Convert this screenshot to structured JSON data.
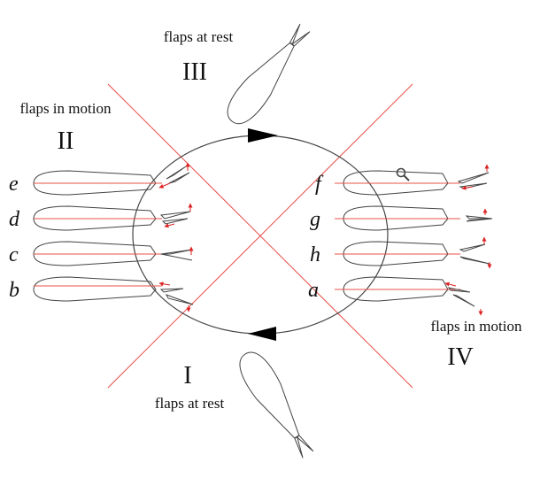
{
  "quadrants": {
    "I": {
      "numeral": "I",
      "caption": "flaps at rest"
    },
    "II": {
      "numeral": "II",
      "caption": "flaps in motion"
    },
    "III": {
      "numeral": "III",
      "caption": "flaps at rest"
    },
    "IV": {
      "numeral": "IV",
      "caption": "flaps in motion"
    }
  },
  "left_stages": [
    "e",
    "d",
    "c",
    "b"
  ],
  "right_stages": [
    "f",
    "g",
    "h",
    "a"
  ],
  "colors": {
    "outline": "#444444",
    "axis_line": "#e8504a",
    "force_arrow": "#dd2222",
    "cycle_arrow": "#000000"
  },
  "icons": {
    "magnifier": "magnifier-icon",
    "cycle_arrows": "triangle-arrow-icon"
  }
}
